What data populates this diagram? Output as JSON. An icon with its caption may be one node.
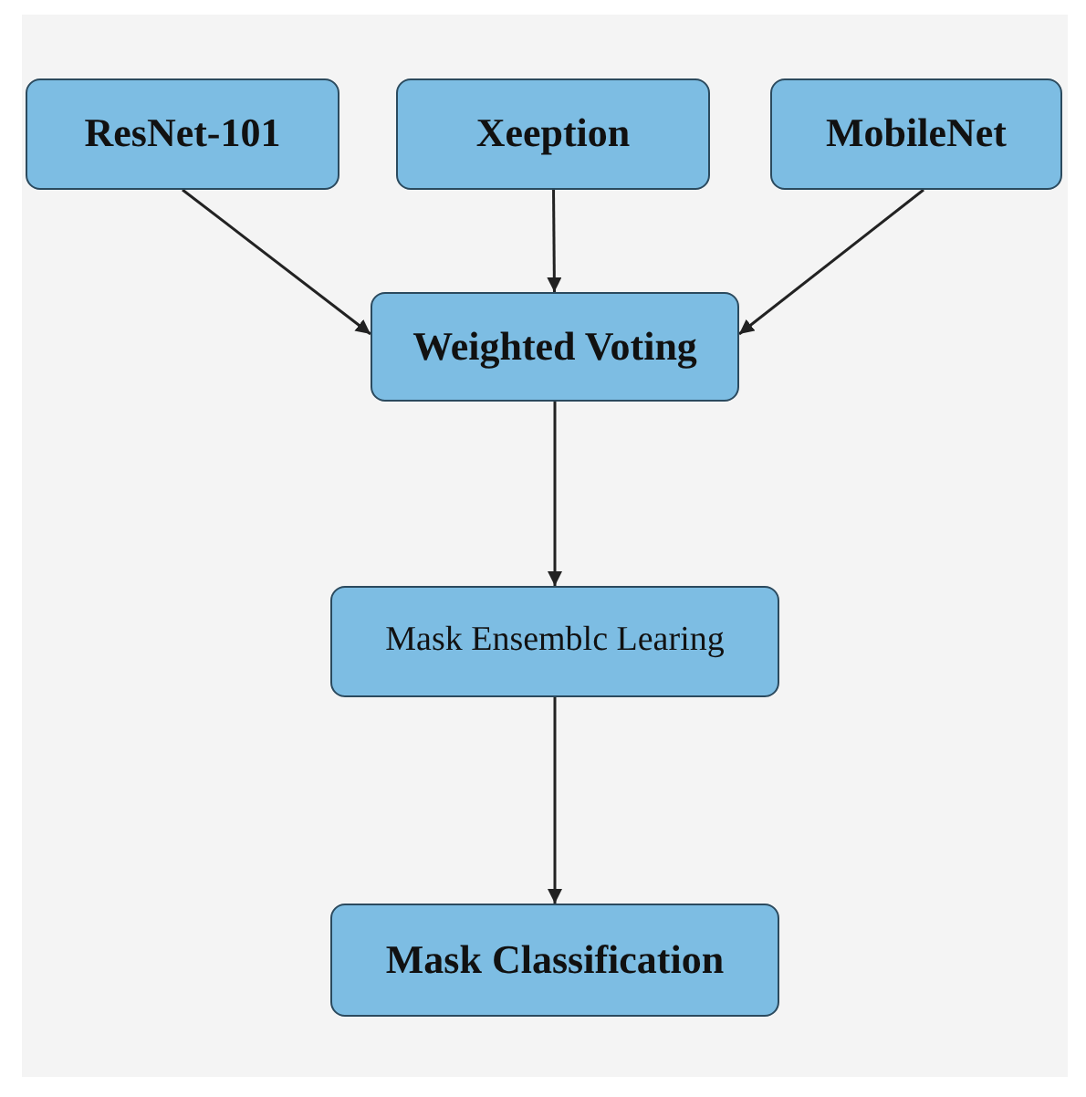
{
  "diagram": {
    "nodes": [
      {
        "text": [
          "ResNet-101"
        ]
      },
      {
        "text": [
          "Xeeption"
        ]
      },
      {
        "text": [
          "MobileNet"
        ]
      },
      {
        "text": [
          "Weighted Voting"
        ]
      },
      {
        "text": [
          "Mask Ensemblc Learing"
        ]
      },
      {
        "text": [
          "Mask Classification"
        ]
      }
    ],
    "edges": [
      {
        "from": 0,
        "to": 3,
        "arrow": "to"
      },
      {
        "from": 1,
        "to": 3,
        "arrow": "to"
      },
      {
        "from": 2,
        "to": 3,
        "arrow": "to"
      },
      {
        "from": 3,
        "to": 4,
        "arrow": "to"
      },
      {
        "from": 4,
        "to": 5,
        "arrow": "to"
      }
    ]
  }
}
